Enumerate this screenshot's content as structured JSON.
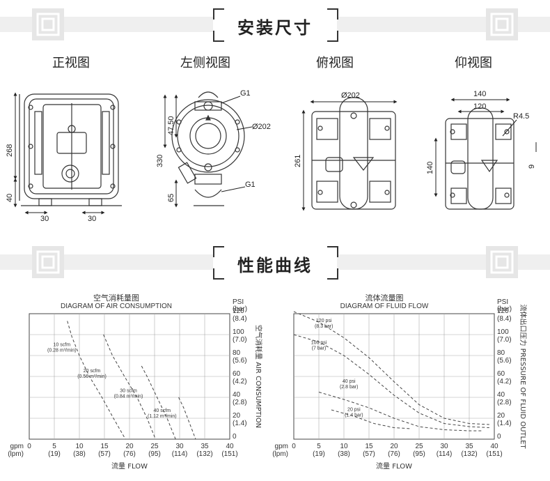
{
  "sections": {
    "dimensions_title": "安装尺寸",
    "performance_title": "性能曲线"
  },
  "views": {
    "front": "正视图",
    "side": "左侧视图",
    "top": "俯视图",
    "bottom": "仰视图"
  },
  "dimensions": {
    "front": {
      "height_268": "268",
      "base_40": "40",
      "foot_left": "30",
      "foot_right": "30"
    },
    "side": {
      "g1_top": "G1",
      "dia": "Ø202",
      "d4750": "47.50",
      "d330": "330",
      "d65": "65",
      "g1_bottom": "G1"
    },
    "top": {
      "dia": "Ø202",
      "d261": "261"
    },
    "bottom": {
      "d140_top": "140",
      "d120": "120",
      "r45": "R4.5",
      "d140_side": "140",
      "d9": "9"
    }
  },
  "colors": {
    "text": "#222222",
    "band": "#efefef",
    "grid": "#999999"
  },
  "chart_data": [
    {
      "type": "line",
      "title": "空气消耗量图",
      "subtitle": "DIAGRAM OF AIR CONSUMPTION",
      "xlabel": "流量 FLOW",
      "ylabel": "空气消耗量 AIR CONSUMPTION",
      "x_unit_primary": "gpm",
      "x_unit_secondary": "(lpm)",
      "y_unit_primary": "PSI",
      "y_unit_secondary": "(bar)",
      "xlim": [
        0,
        40
      ],
      "ylim": [
        0,
        120
      ],
      "x_ticks": [
        "0",
        "5",
        "10",
        "15",
        "20",
        "25",
        "30",
        "35",
        "40"
      ],
      "x_ticks_lpm": [
        "",
        "(19)",
        "(38)",
        "(57)",
        "(76)",
        "(95)",
        "(114)",
        "(132)",
        "(151)"
      ],
      "y_ticks": [
        "0",
        "20",
        "40",
        "60",
        "80",
        "100",
        "120"
      ],
      "y_ticks_bar": [
        "",
        "(1.4)",
        "(2.8)",
        "(4.2)",
        "(5.6)",
        "(7.0)",
        "(8.4)"
      ],
      "grid": true,
      "series": [
        {
          "name": "10 scfm (0.28 m³/min)",
          "x": [
            7.6,
            8.5,
            10,
            12,
            14.5,
            16.8,
            19.2
          ],
          "y": [
            113,
            98,
            80,
            60,
            40,
            20,
            0
          ]
        },
        {
          "name": "20 scfm (0.56 m³/min)",
          "x": [
            14.8,
            16.6,
            19,
            21.5,
            23.5,
            25.2
          ],
          "y": [
            100,
            80,
            60,
            40,
            20,
            0
          ]
        },
        {
          "name": "30 scfm (0.84 m³/min)",
          "x": [
            22.4,
            23.5,
            25.5,
            27.5,
            29.2
          ],
          "y": [
            70,
            60,
            40,
            20,
            0
          ]
        },
        {
          "name": "40 scfm (1.12 m³/min)",
          "x": [
            29.8,
            30.8,
            32,
            33.2
          ],
          "y": [
            40,
            30,
            15,
            0
          ]
        }
      ]
    },
    {
      "type": "line",
      "title": "流体流量图",
      "subtitle": "DIAGRAM OF FLUID FLOW",
      "xlabel": "流量 FLOW",
      "ylabel": "流体出口压力 PRESSURE OF FLUID OUTLET",
      "x_unit_primary": "gpm",
      "x_unit_secondary": "(lpm)",
      "y_unit_primary": "PSI",
      "y_unit_secondary": "(bar)",
      "xlim": [
        0,
        40
      ],
      "ylim": [
        0,
        120
      ],
      "x_ticks": [
        "0",
        "5",
        "10",
        "15",
        "20",
        "25",
        "30",
        "35",
        "40"
      ],
      "x_ticks_lpm": [
        "",
        "(19)",
        "(38)",
        "(57)",
        "(76)",
        "(95)",
        "(114)",
        "(132)",
        "(151)"
      ],
      "y_ticks": [
        "0",
        "20",
        "40",
        "60",
        "80",
        "100",
        "120"
      ],
      "y_ticks_bar": [
        "",
        "(1.4)",
        "(2.8)",
        "(4.2)",
        "(5.6)",
        "(7.0)",
        "(8.4)"
      ],
      "grid": true,
      "series": [
        {
          "name": "120 psi (8.3 bar)",
          "x": [
            0,
            5,
            10,
            15,
            20,
            25,
            30,
            35,
            39
          ],
          "y": [
            122,
            112,
            97,
            78,
            55,
            33,
            20,
            15,
            14
          ]
        },
        {
          "name": "100 psi (7 bar)",
          "x": [
            0,
            5,
            10,
            15,
            20,
            25,
            30,
            35,
            39
          ],
          "y": [
            100,
            93,
            80,
            62,
            42,
            25,
            15,
            12,
            11
          ]
        },
        {
          "name": "40 psi (2.8 bar)",
          "x": [
            5,
            10,
            15,
            20,
            25,
            30,
            35,
            37.5
          ],
          "y": [
            45,
            38,
            30,
            20,
            12,
            9,
            8,
            8
          ]
        },
        {
          "name": "20 psi (1.4 bar)",
          "x": [
            7.5,
            12,
            16,
            20,
            23.5
          ],
          "y": [
            28,
            22,
            15,
            11,
            10
          ]
        }
      ]
    }
  ]
}
